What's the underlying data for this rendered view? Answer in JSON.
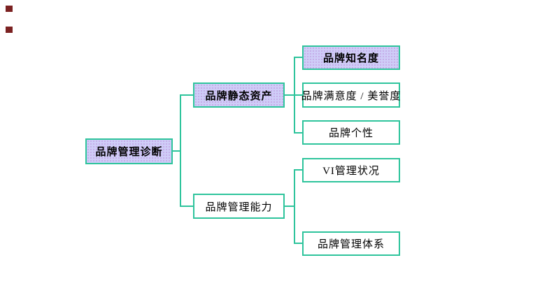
{
  "diagram": {
    "nodes": {
      "root": {
        "label": "品牌管理诊断",
        "style": "highlight"
      },
      "static": {
        "label": "品牌静态资产",
        "style": "highlight"
      },
      "capability": {
        "label": "品牌管理能力",
        "style": "plain"
      },
      "awareness": {
        "label": "品牌知名度",
        "style": "highlight"
      },
      "satisfaction": {
        "label": "品牌满意度 / 美誉度",
        "style": "plain"
      },
      "personality": {
        "label": "品牌个性",
        "style": "plain"
      },
      "vi": {
        "label": "VI管理状况",
        "style": "plain"
      },
      "system": {
        "label": "品牌管理体系",
        "style": "plain"
      }
    },
    "edges": [
      "root->static",
      "root->capability",
      "static->awareness",
      "static->satisfaction",
      "static->personality",
      "capability->vi",
      "capability->system"
    ],
    "colors": {
      "node_border": "#2ec49c",
      "connector": "#2ec49c",
      "highlight_fill": "#ccccff",
      "plain_fill": "#ffffff",
      "text": "#000000",
      "corner_mark": "#7b2121"
    }
  }
}
